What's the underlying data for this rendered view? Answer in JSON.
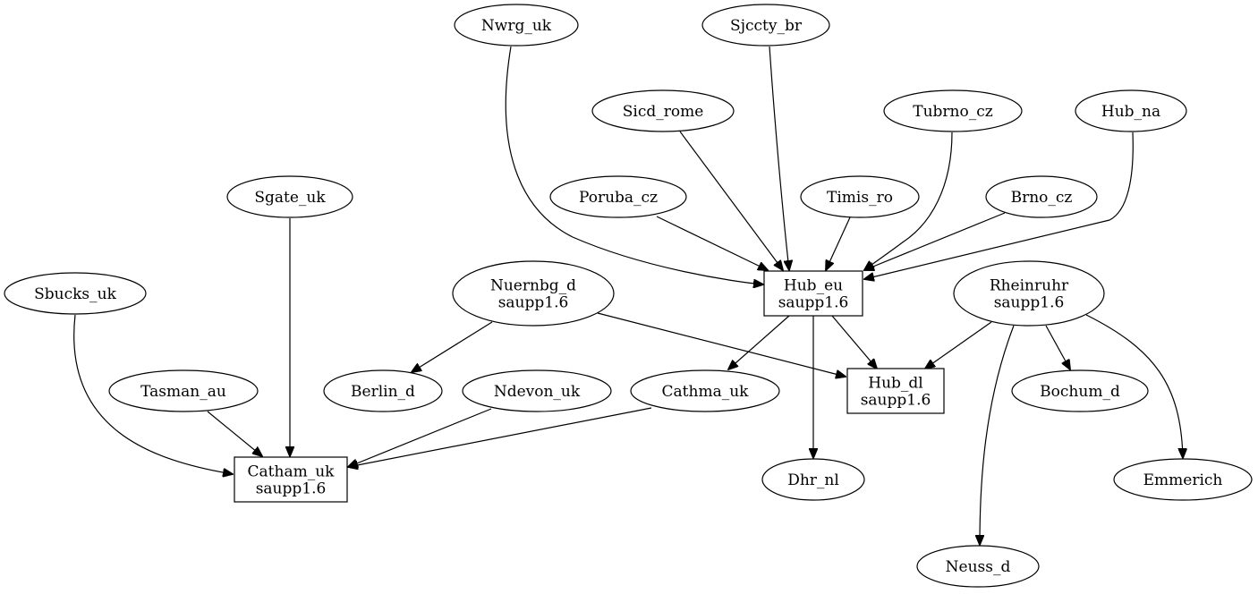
{
  "graph": {
    "nodes": [
      {
        "id": "nwrg_uk",
        "shape": "ellipse",
        "lines": [
          "Nwrg_uk"
        ]
      },
      {
        "id": "sjccty_br",
        "shape": "ellipse",
        "lines": [
          "Sjccty_br"
        ]
      },
      {
        "id": "sicd_rome",
        "shape": "ellipse",
        "lines": [
          "Sicd_rome"
        ]
      },
      {
        "id": "tubrno_cz",
        "shape": "ellipse",
        "lines": [
          "Tubrno_cz"
        ]
      },
      {
        "id": "hub_na",
        "shape": "ellipse",
        "lines": [
          "Hub_na"
        ]
      },
      {
        "id": "sgate_uk",
        "shape": "ellipse",
        "lines": [
          "Sgate_uk"
        ]
      },
      {
        "id": "poruba_cz",
        "shape": "ellipse",
        "lines": [
          "Poruba_cz"
        ]
      },
      {
        "id": "timis_ro",
        "shape": "ellipse",
        "lines": [
          "Timis_ro"
        ]
      },
      {
        "id": "brno_cz",
        "shape": "ellipse",
        "lines": [
          "Brno_cz"
        ]
      },
      {
        "id": "sbucks_uk",
        "shape": "ellipse",
        "lines": [
          "Sbucks_uk"
        ]
      },
      {
        "id": "nuernbg_d",
        "shape": "ellipse",
        "lines": [
          "Nuernbg_d",
          "saupp1.6"
        ]
      },
      {
        "id": "hub_eu",
        "shape": "box",
        "lines": [
          "Hub_eu",
          "saupp1.6"
        ]
      },
      {
        "id": "rheinruhr",
        "shape": "ellipse",
        "lines": [
          "Rheinruhr",
          "saupp1.6"
        ]
      },
      {
        "id": "tasman_au",
        "shape": "ellipse",
        "lines": [
          "Tasman_au"
        ]
      },
      {
        "id": "berlin_d",
        "shape": "ellipse",
        "lines": [
          "Berlin_d"
        ]
      },
      {
        "id": "ndevon_uk",
        "shape": "ellipse",
        "lines": [
          "Ndevon_uk"
        ]
      },
      {
        "id": "cathma_uk",
        "shape": "ellipse",
        "lines": [
          "Cathma_uk"
        ]
      },
      {
        "id": "hub_dl",
        "shape": "box",
        "lines": [
          "Hub_dl",
          "saupp1.6"
        ]
      },
      {
        "id": "bochum_d",
        "shape": "ellipse",
        "lines": [
          "Bochum_d"
        ]
      },
      {
        "id": "catham_uk",
        "shape": "box",
        "lines": [
          "Catham_uk",
          "saupp1.6"
        ]
      },
      {
        "id": "dhr_nl",
        "shape": "ellipse",
        "lines": [
          "Dhr_nl"
        ]
      },
      {
        "id": "emmerich",
        "shape": "ellipse",
        "lines": [
          "Emmerich"
        ]
      },
      {
        "id": "neuss_d",
        "shape": "ellipse",
        "lines": [
          "Neuss_d"
        ]
      }
    ],
    "edges": [
      {
        "from": "nwrg_uk",
        "to": "hub_eu"
      },
      {
        "from": "sjccty_br",
        "to": "hub_eu"
      },
      {
        "from": "sicd_rome",
        "to": "hub_eu"
      },
      {
        "from": "tubrno_cz",
        "to": "hub_eu"
      },
      {
        "from": "hub_na",
        "to": "hub_eu"
      },
      {
        "from": "poruba_cz",
        "to": "hub_eu"
      },
      {
        "from": "timis_ro",
        "to": "hub_eu"
      },
      {
        "from": "brno_cz",
        "to": "hub_eu"
      },
      {
        "from": "sgate_uk",
        "to": "catham_uk"
      },
      {
        "from": "sbucks_uk",
        "to": "catham_uk"
      },
      {
        "from": "tasman_au",
        "to": "catham_uk"
      },
      {
        "from": "ndevon_uk",
        "to": "catham_uk"
      },
      {
        "from": "cathma_uk",
        "to": "catham_uk"
      },
      {
        "from": "nuernbg_d",
        "to": "berlin_d"
      },
      {
        "from": "nuernbg_d",
        "to": "hub_dl"
      },
      {
        "from": "hub_eu",
        "to": "cathma_uk"
      },
      {
        "from": "hub_eu",
        "to": "dhr_nl"
      },
      {
        "from": "hub_eu",
        "to": "hub_dl"
      },
      {
        "from": "rheinruhr",
        "to": "hub_dl"
      },
      {
        "from": "rheinruhr",
        "to": "bochum_d"
      },
      {
        "from": "rheinruhr",
        "to": "emmerich"
      },
      {
        "from": "rheinruhr",
        "to": "neuss_d"
      }
    ]
  }
}
